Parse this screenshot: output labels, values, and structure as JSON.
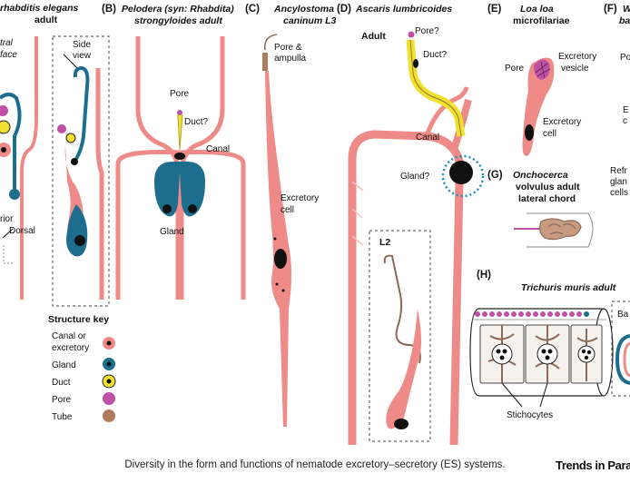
{
  "panels": {
    "A": {
      "letter": "",
      "title": "rhabditis elegans",
      "subtitle": "adult",
      "left_labels": [
        "tral",
        "face"
      ],
      "side_view": "Side",
      "side_view2": "view",
      "bottom_labels": [
        "rior",
        "Dorsal"
      ]
    },
    "B": {
      "letter": "(B)",
      "title": "Pelodera (syn: Rhabdita)",
      "subtitle": "strongyloides adult",
      "pore": "Pore",
      "duct": "Duct?",
      "canal": "Canal",
      "gland": "Gland"
    },
    "C": {
      "letter": "(C)",
      "title": "Ancylostoma",
      "subtitle": "caninum L3",
      "pore": "Pore &",
      "ampulla": "ampulla",
      "exc1": "Excretory",
      "exc2": "cell"
    },
    "D": {
      "letter": "(D)",
      "title": "Ascaris lumbricoides",
      "adult": "Adult",
      "pore": "Pore?",
      "duct": "Duct?",
      "canal": "Canal",
      "gland": "Gland?",
      "l2": "L2"
    },
    "E": {
      "letter": "(E)",
      "title": "Loa loa",
      "subtitle": "microfilariae",
      "pore": "Pore",
      "vesicle1": "Excretory",
      "vesicle2": "vesicle",
      "cell1": "Excretory",
      "cell2": "cell"
    },
    "F": {
      "letter": "(F)",
      "title": "W",
      "subtitle": "ba",
      "t1": "Po",
      "t2": "E",
      "t3": "c",
      "t4": "Refr",
      "t5": "glan",
      "t6": "cells"
    },
    "G": {
      "letter": "(G)",
      "title": "Onchocerca",
      "subtitle": "volvulus adult",
      "subtitle2": "lateral chord"
    },
    "H": {
      "letter": "(H)",
      "title": "Trichuris muris adult",
      "stichocytes": "Stichocytes",
      "ba": "Ba"
    }
  },
  "key": {
    "title": "Structure key",
    "items": [
      {
        "label": "Canal or",
        "label2": "excretory",
        "color": "#ee8a87"
      },
      {
        "label": "Gland",
        "color": "#1d6e8e"
      },
      {
        "label": "Duct",
        "color": "#f2e030"
      },
      {
        "label": "Pore",
        "color": "#c04fa6"
      },
      {
        "label": "Tube",
        "color": "#b07a5c"
      }
    ]
  },
  "caption": "Diversity in the form and functions of nematode excretory–secretory (ES) systems.",
  "brand": "Trends in Para"
}
